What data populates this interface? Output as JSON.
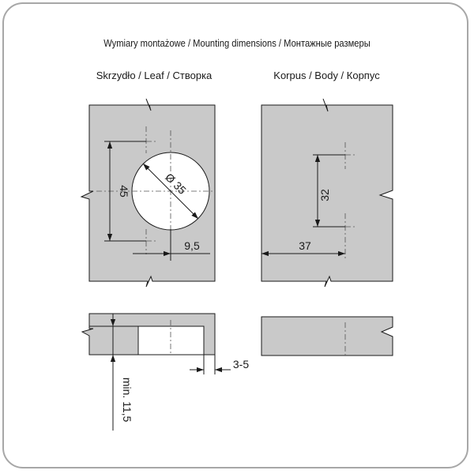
{
  "title": "Wymiary montażowe / Mounting dimensions / Монтажные размеры",
  "leaf_label": "Skrzydło / Leaf / Створка",
  "body_label": "Korpus / Body / Корпус",
  "dimensions": {
    "hole_spacing": "45",
    "cup_diameter": "Ø 35",
    "edge_distance": "9,5",
    "body_spacing": "32",
    "body_edge": "37",
    "gap": "3-5",
    "min_thickness": "min. 11,5"
  },
  "colors": {
    "panel_fill": "#c9c9c9",
    "frame": "#a7a7a7",
    "line": "#1a1a1a"
  }
}
